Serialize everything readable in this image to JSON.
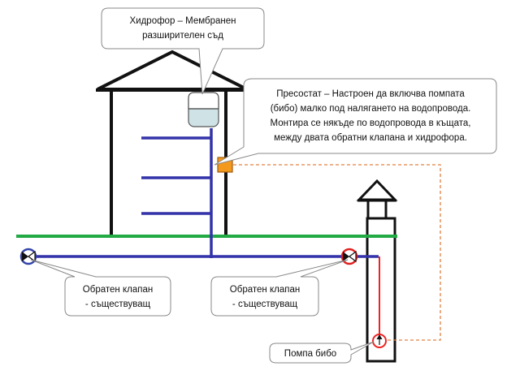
{
  "callouts": {
    "hydrophore": {
      "lines": [
        "Хидрофор – Мембранен",
        "разширителен съд"
      ]
    },
    "pressostat": {
      "lines": [
        "Пресостат – Настроен да включва помпата",
        "(бибо) малко под налягането на водопровода.",
        "Монтира се някъде по водопровода в къщата,",
        "между двата обратни клапана и хидрофора."
      ]
    },
    "check_valve_left": {
      "lines": [
        "Обратен клапан",
        "- съществуващ"
      ]
    },
    "check_valve_right": {
      "lines": [
        "Обратен клапан",
        "- съществуващ"
      ]
    },
    "pump": {
      "lines": [
        "Помпа бибо"
      ]
    }
  },
  "colors": {
    "water_pipe": "#3333aa",
    "ground_line": "#22aa44",
    "pump_pipe": "#ee2222",
    "control_wire": "#e08040",
    "pressostat_fill": "#f39a1e",
    "tank_fill": "#cfe3e6",
    "valve_ring_active": "#e02020",
    "valve_ring_existing": "#3344aa",
    "outline": "#111111",
    "callout_fill": "#ffffff",
    "callout_stroke": "#888888"
  }
}
